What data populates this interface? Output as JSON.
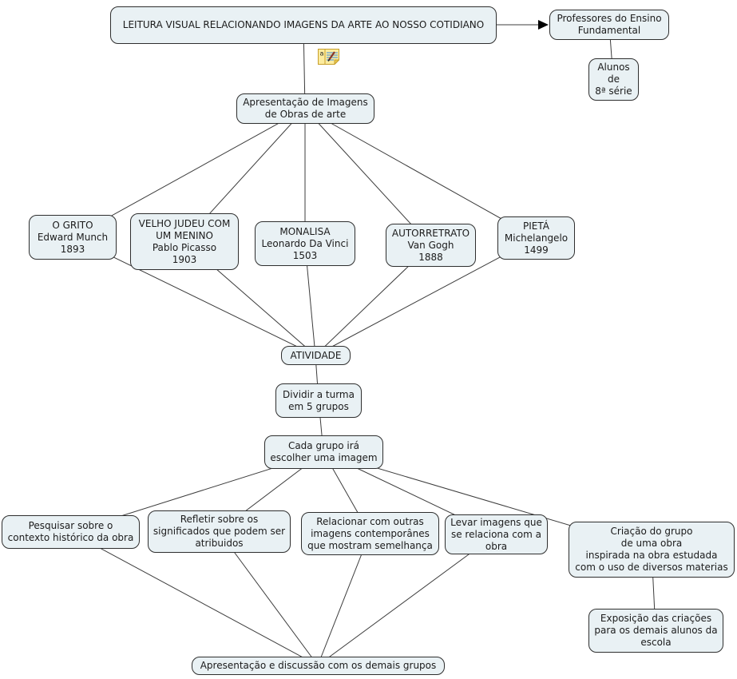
{
  "canvas": {
    "background": "#ffffff",
    "node_fill": "#e9f1f4",
    "node_border": "#2e2e2e",
    "line_color": "#3c3c3c",
    "text_color": "#1b1b1b"
  },
  "icons": {
    "annotation": "note-pencil-icon"
  },
  "nodes": {
    "title": "LEITURA VISUAL RELACIONANDO IMAGENS DA ARTE AO NOSSO COTIDIANO",
    "professores": "Professores do Ensino\nFundamental",
    "alunos": "Alunos\nde\n8ª série",
    "apresentacao_imagens": "Apresentação de Imagens\nde Obras de arte",
    "o_grito": "O GRITO\nEdward Munch\n1893",
    "velho_judeu": "VELHO JUDEU COM\nUM MENINO\nPablo Picasso\n1903",
    "monalisa": "MONALISA\nLeonardo Da Vinci\n1503",
    "autorretrato": "AUTORRETRATO\nVan Gogh\n1888",
    "pieta": "PIETÁ\nMichelangelo\n1499",
    "atividade": "ATIVIDADE",
    "dividir_turma": "Dividir a turma\nem 5 grupos",
    "cada_grupo": "Cada grupo irá\nescolher uma imagem",
    "pesquisar": "Pesquisar sobre o\ncontexto histórico da obra",
    "refletir": "Refletir sobre os\nsignificados que podem ser\natribuidos",
    "relacionar": "Relacionar com outras\nimagens contemporânes\nque mostram semelhança",
    "levar": "Levar imagens que\nse relaciona com a\nobra",
    "criacao": "Criação do grupo\nde uma obra\ninspirada na obra estudada\ncom o uso de diversos materias",
    "exposicao": "Exposição das criações\npara os demais alunos da\nescola",
    "apresentacao_final": "Apresentação e discussão com os demais grupos"
  }
}
